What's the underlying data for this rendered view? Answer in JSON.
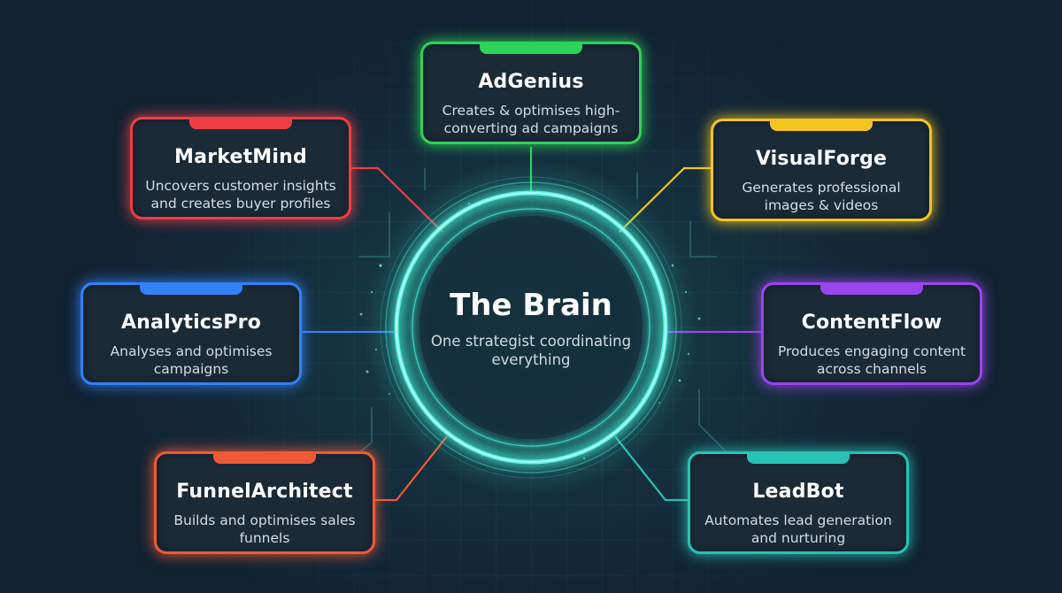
{
  "center": {
    "title": "The Brain",
    "subtitle": "One strategist coordinating everything",
    "color": "#3ee8d0"
  },
  "agents": {
    "adgenius": {
      "name": "AdGenius",
      "desc": "Creates & optimises high-converting ad campaigns",
      "color": "#2ed35a"
    },
    "marketmind": {
      "name": "MarketMind",
      "desc": "Uncovers customer insights and creates buyer profiles",
      "color": "#ee3d45"
    },
    "visualforge": {
      "name": "VisualForge",
      "desc": "Generates professional images & videos",
      "color": "#f2c521"
    },
    "analyticspro": {
      "name": "AnalyticsPro",
      "desc": "Analyses and optimises campaigns",
      "color": "#3480f5"
    },
    "contentflow": {
      "name": "ContentFlow",
      "desc": "Produces engaging content across channels",
      "color": "#9a45ec"
    },
    "funnelarchitect": {
      "name": "FunnelArchitect",
      "desc": "Builds and optimises sales funnels",
      "color": "#ef5a36"
    },
    "leadbot": {
      "name": "LeadBot",
      "desc": "Automates lead generation and nurturing",
      "color": "#27c2b4"
    }
  }
}
